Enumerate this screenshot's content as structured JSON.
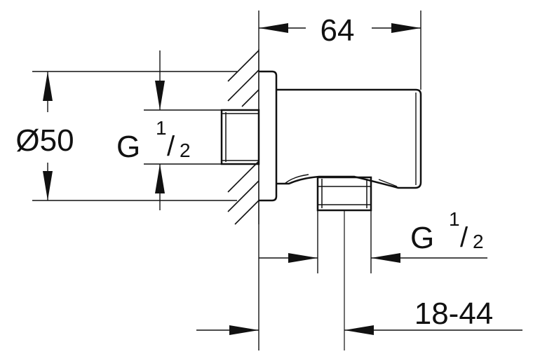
{
  "drawing": {
    "dimensions": {
      "width_total": "64",
      "diameter": "Ø50",
      "thread_left": {
        "main": "G",
        "numerator": "1",
        "slash": "/",
        "denominator": "2"
      },
      "thread_right": {
        "main": "G",
        "numerator": "1",
        "slash": "/",
        "denominator": "2"
      },
      "offset_range": "18-44"
    },
    "colors": {
      "ink": "#111111",
      "background": "#ffffff"
    }
  }
}
